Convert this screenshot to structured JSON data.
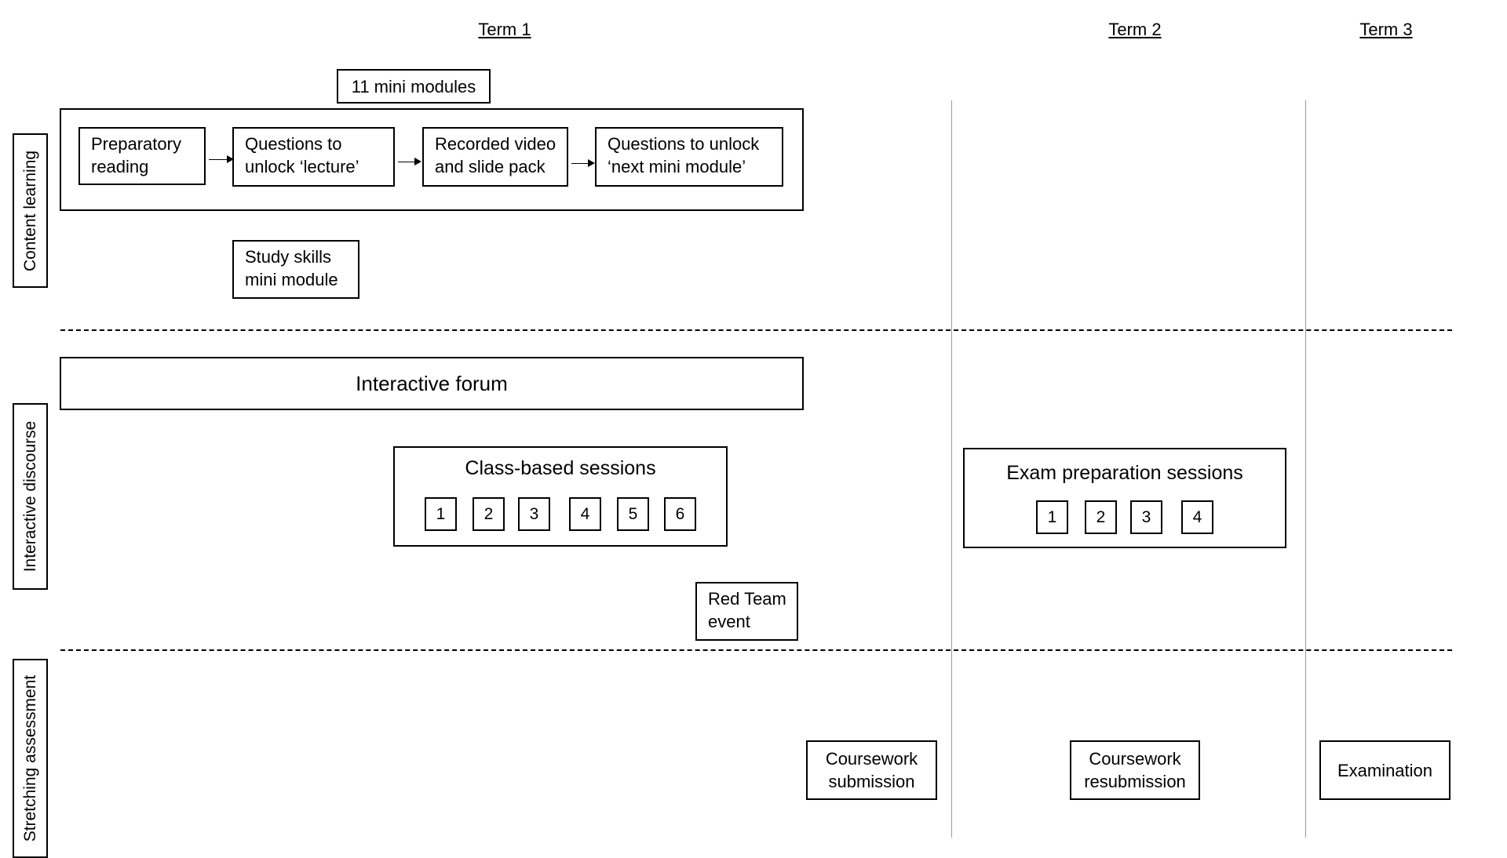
{
  "terms": [
    "Term 1",
    "Term 2",
    "Term 3"
  ],
  "rows": {
    "content": "Content learning",
    "discourse": "Interactive discourse",
    "assessment": "Stretching assessment"
  },
  "content_learning": {
    "group_label": "11 mini modules",
    "steps": [
      {
        "line1": "Preparatory",
        "line2": "reading"
      },
      {
        "line1": "Questions to",
        "line2": "unlock ‘lecture’"
      },
      {
        "line1": "Recorded video",
        "line2": "and slide pack"
      },
      {
        "line1": "Questions to unlock",
        "line2": "‘next mini module’"
      }
    ],
    "study_skills": {
      "line1": "Study skills",
      "line2": "mini module"
    }
  },
  "interactive_discourse": {
    "forum": "Interactive forum",
    "class_sessions": {
      "title": "Class-based sessions",
      "numbers": [
        "1",
        "2",
        "3",
        "4",
        "5",
        "6"
      ]
    },
    "exam_sessions": {
      "title": "Exam preparation sessions",
      "numbers": [
        "1",
        "2",
        "3",
        "4"
      ]
    },
    "red_team": {
      "line1": "Red Team",
      "line2": "event"
    }
  },
  "assessment": {
    "coursework": {
      "line1": "Coursework",
      "line2": "submission"
    },
    "resubmission": {
      "line1": "Coursework",
      "line2": "resubmission"
    },
    "examination": "Examination"
  }
}
